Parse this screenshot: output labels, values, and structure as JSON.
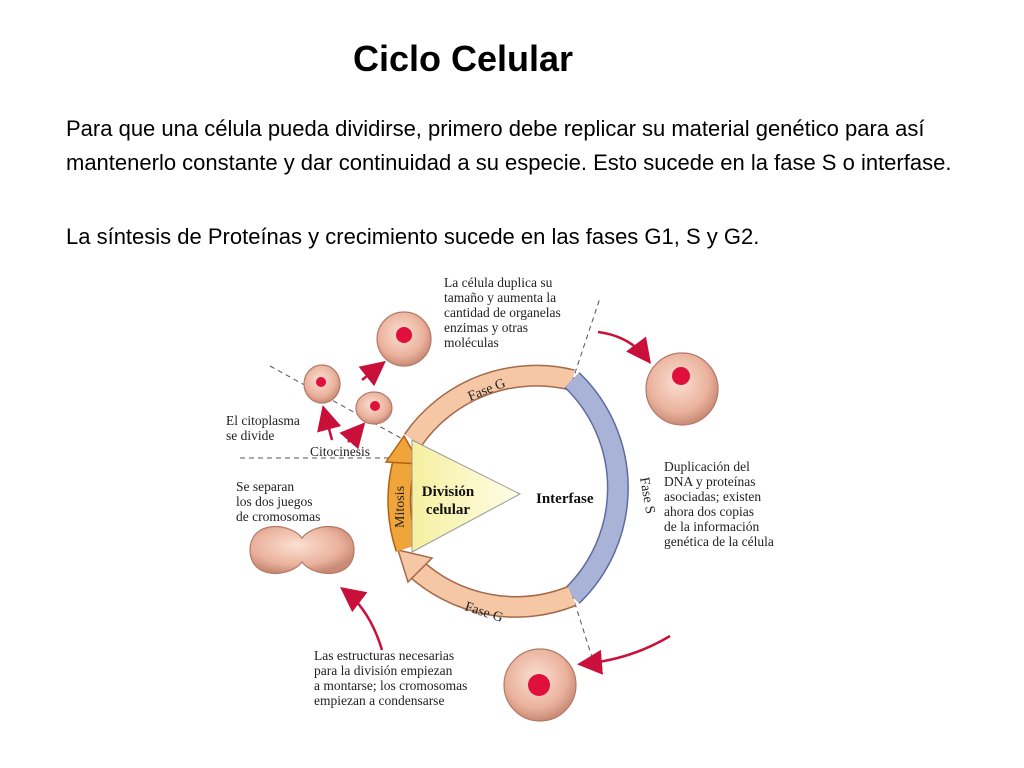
{
  "slide": {
    "title": "Ciclo Celular",
    "paragraph1": "Para que una célula pueda dividirse, primero debe replicar su material genético para así mantenerlo constante y dar continuidad a su especie. Esto sucede en la fase S o interfase.",
    "paragraph2": "La síntesis de Proteínas y crecimiento sucede en las fases G1, S y G2."
  },
  "diagram": {
    "center_line1": "División",
    "center_line2": "celular",
    "interfase": "Interfase",
    "fase_g_top": "Fase G",
    "fase_s": "Fase S",
    "fase_g_bottom": "Fase G",
    "mitosis": "Mitosis",
    "citocinesis": "Citocinesis",
    "note_top": [
      "La célula duplica su",
      "tamaño y aumenta la",
      "cantidad de organelas",
      "enzimas y otras",
      "moléculas"
    ],
    "note_cytoplasm": [
      "El citoplasma",
      "se divide"
    ],
    "note_separate": [
      "Se separan",
      "los dos juegos",
      "de cromosomas"
    ],
    "note_dna": [
      "Duplicación del",
      "DNA y proteínas",
      "asociadas; existen",
      "ahora dos copias",
      "de la información",
      "genética de la célula"
    ],
    "note_bottom": [
      "Las estructuras necesarias",
      "para la división empiezan",
      "a montarse; los cromosomas",
      "empiezan a condensarse"
    ]
  },
  "colors": {
    "phase_g": "#f6c7a4",
    "phase_s": "#a9b3d8",
    "mitosis": "#f0a53a",
    "arrow": "#c8103a",
    "cell": "#e8ac98",
    "nucleus": "#e0103c",
    "triangle": "#fbf7c8"
  }
}
